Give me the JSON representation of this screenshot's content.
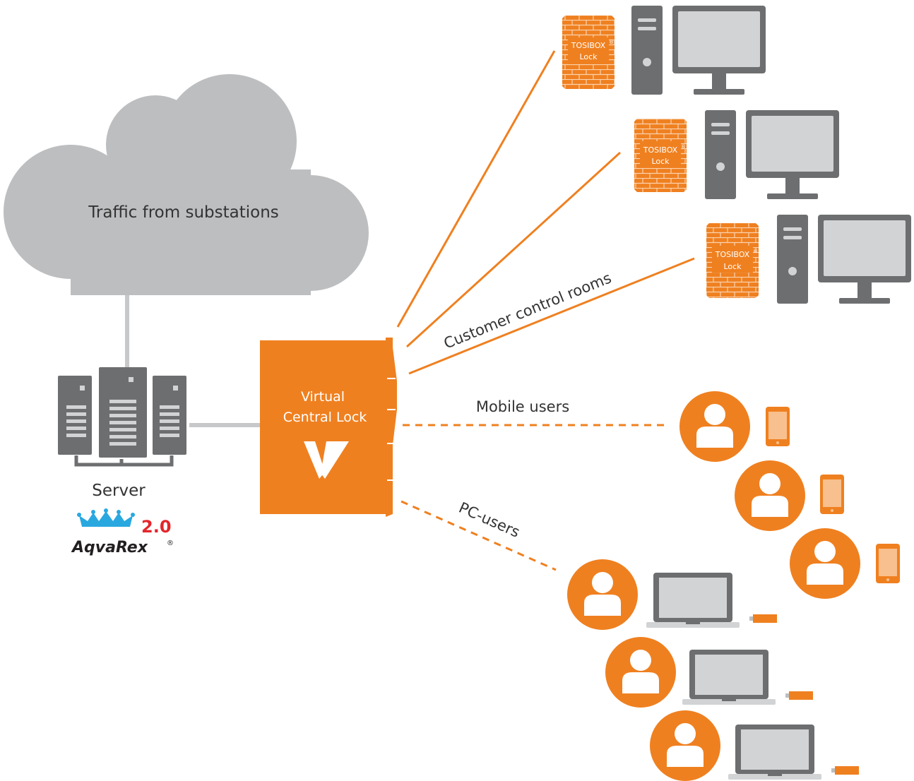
{
  "cloud": {
    "label": "Traffic from substations"
  },
  "server": {
    "label": "Server"
  },
  "logo": {
    "version": "2.0",
    "name": "AqvaRex",
    "mark": "®"
  },
  "central_lock": {
    "line1": "Virtual",
    "line2": "Central Lock",
    "icon": "v-logo-icon"
  },
  "tosibox_lock": {
    "brand": "TOSIBOX",
    "mark": "®",
    "type": "Lock"
  },
  "connections": {
    "customer": "Customer control rooms",
    "mobile": "Mobile users",
    "pc": "PC-users"
  },
  "colors": {
    "orange": "#ef8020",
    "gray": "#6d6e70",
    "cloud": "#bcbec0",
    "line": "#c7c8ca",
    "screen": "#d1d3d4",
    "phone_screen": "#f8c08e"
  }
}
